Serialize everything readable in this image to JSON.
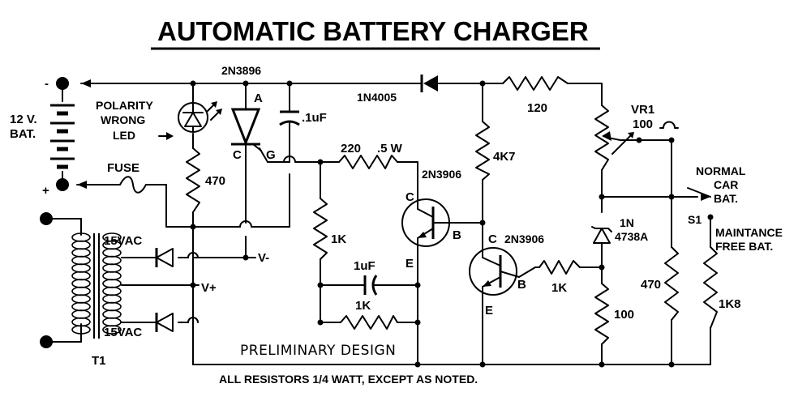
{
  "title": "AUTOMATIC BATTERY CHARGER",
  "footer_note": "ALL RESISTORS 1/4 WATT, EXCEPT AS NOTED.",
  "design_status": "PRELIMINARY DESIGN",
  "battery": {
    "line1": "12 V.",
    "line2": "BAT.",
    "neg": "-",
    "pos": "+"
  },
  "fuse": "FUSE",
  "polarity": {
    "line1": "POLARITY",
    "line2": "WRONG",
    "line3": "LED"
  },
  "scr": {
    "part": "2N3896",
    "anode": "A",
    "cathode": "C",
    "gate": "G"
  },
  "cap_top": ".1uF",
  "diode_top": "1N4005",
  "r_120": "120",
  "r_470_led": "470",
  "r_220": "220",
  "r_220_power": ".5 W",
  "r_1k_left": "1K",
  "cap_1uf": "1uF",
  "r_1k_bottom": "1K",
  "r_4k7": "4K7",
  "q1": {
    "part": "2N3906",
    "c": "C",
    "b": "B",
    "e": "E"
  },
  "q2": {
    "part": "2N3906",
    "c": "C",
    "b": "B",
    "e": "E"
  },
  "r_1k_base": "1K",
  "vr1": {
    "name": "VR1",
    "value": "100"
  },
  "zener": {
    "line1": "1N",
    "line2": "4738A"
  },
  "r_100": "100",
  "r_470_right": "470",
  "r_1k8": "1K8",
  "switch": {
    "name": "S1",
    "normal1": "NORMAL",
    "normal2": "CAR",
    "normal3": "BAT.",
    "mf1": "MAINTANCE",
    "mf2": "FREE BAT."
  },
  "transformer": {
    "name": "T1",
    "sec_top": "15VAC",
    "sec_bottom": "15VAC"
  },
  "rails": {
    "vminus": "V-",
    "vplus": "V+"
  }
}
